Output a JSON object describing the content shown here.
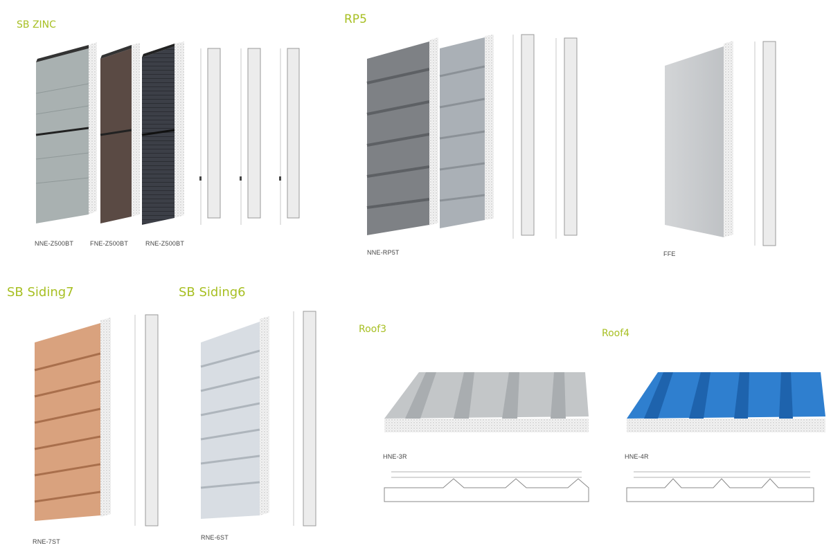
{
  "sections": {
    "zinc": {
      "title": "SB ZINC",
      "codes": [
        "NNE-Z500BT",
        "FNE-Z500BT",
        "RNE-Z500BT"
      ],
      "panel_colors": [
        "#a9b1b1",
        "#5a4a44",
        "#3c3f47"
      ]
    },
    "rp5": {
      "title": "RP5",
      "codes": [
        "NNE-RP5T",
        "FFE"
      ],
      "panel_colors": [
        "#7e8185",
        "#aab0b6",
        "#c9cbcd"
      ]
    },
    "siding7": {
      "title": "SB Siding7",
      "code": "RNE-7ST",
      "panel_color": "#d9a27e"
    },
    "siding6": {
      "title": "SB Siding6",
      "code": "RNE-6ST",
      "panel_color": "#d8dde3"
    },
    "roof3": {
      "title": "Roof3",
      "code": "HNE-3R",
      "panel_color": "#c3c6c8"
    },
    "roof4": {
      "title": "Roof4",
      "code": "HNE-4R",
      "panel_color": "#2f7fcf"
    }
  },
  "colors": {
    "heading": "#a7bf22",
    "foam": "#f2f2f2",
    "line": "#8a8a8a"
  }
}
